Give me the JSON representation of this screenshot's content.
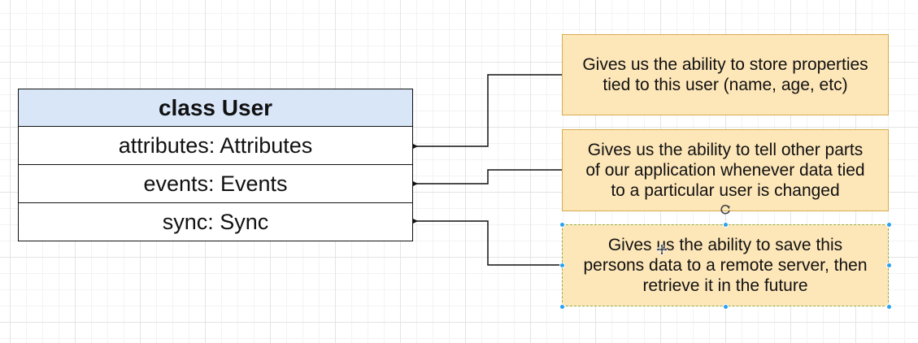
{
  "class_box": {
    "title": "class User",
    "rows": [
      {
        "label": "attributes: Attributes"
      },
      {
        "label": "events: Events"
      },
      {
        "label": "sync: Sync"
      }
    ]
  },
  "notes": [
    {
      "text": "Gives us the ability to store properties\ntied to this user (name, age, etc)"
    },
    {
      "text": "Gives us the ability to tell other parts\nof our application whenever data tied\nto a particular user is changed"
    },
    {
      "text": "Gives us the ability to save this\npersons data to a remote server, then\nretrieve it in the future",
      "selected": true
    }
  ],
  "colors": {
    "header_fill": "#d8e6f8",
    "note_fill": "#fde6b8",
    "note_stroke": "#d6ab4f",
    "selection_handle": "#29a1f2",
    "connector": "#111111"
  },
  "icons": {
    "rotate": "rotate-icon",
    "move_cursor": "move-cursor-icon"
  }
}
